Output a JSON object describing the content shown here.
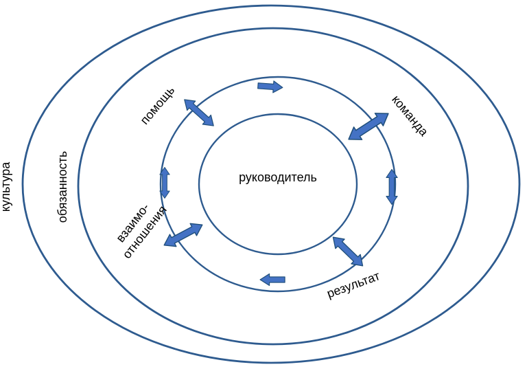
{
  "diagram": {
    "center_label": "руководитель",
    "ring_labels": {
      "outermost": "культура",
      "second": "обязанность"
    },
    "sector_labels": {
      "help": "помощь",
      "team": "команда",
      "relations_line1": "взаимо-",
      "relations_line2": "отношения",
      "result": "результат"
    },
    "colors": {
      "ring_stroke": "#2e5b8f",
      "arrow_fill": "#4472c4",
      "arrow_stroke": "#1f4e79",
      "text": "#000000",
      "background": "#ffffff"
    }
  }
}
